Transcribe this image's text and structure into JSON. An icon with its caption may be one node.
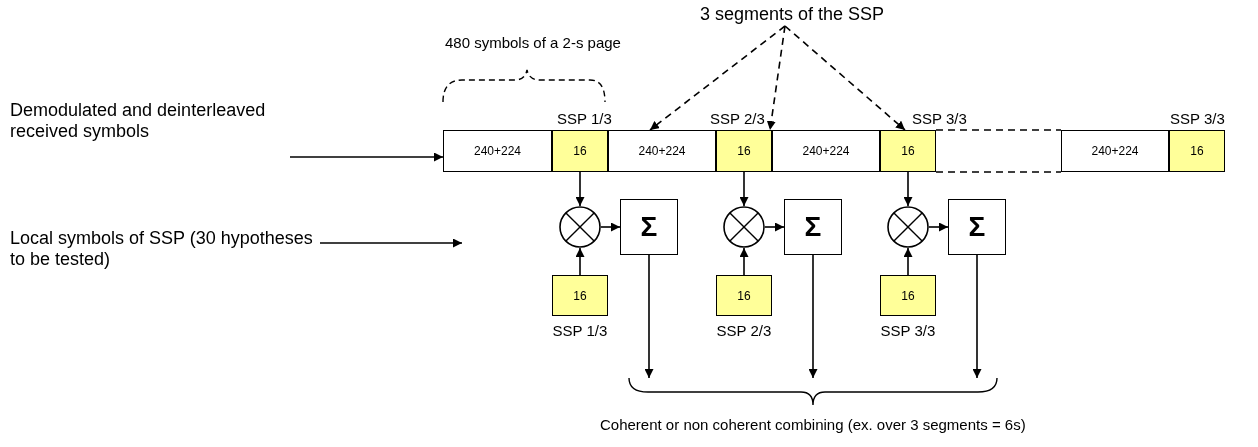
{
  "diagram": {
    "nodes": [
      {
        "text": [
          "3 segments of the SSP"
        ]
      },
      {
        "text": [
          "Demodulated and deinterleaved received symbols"
        ]
      },
      {
        "text": [
          "240+224"
        ]
      },
      {
        "text": [
          "16"
        ],
        "beside": [
          "SSP 1/3"
        ]
      },
      {
        "text": [
          "240+224"
        ]
      },
      {
        "text": [
          "16"
        ],
        "beside": [
          "SSP 2/3"
        ]
      },
      {
        "text": [
          "240+224"
        ]
      },
      {
        "text": [
          "16"
        ],
        "beside": [
          "SSP 3/3"
        ]
      },
      {
        "text": [
          "240+224"
        ]
      },
      {
        "text": [
          "16"
        ],
        "beside": [
          "SSP 3/3"
        ]
      },
      {
        "text": [],
        "shape": "circle"
      },
      {
        "text": [
          "Σ"
        ]
      },
      {
        "text": [],
        "shape": "circle"
      },
      {
        "text": [
          "Σ"
        ]
      },
      {
        "text": [],
        "shape": "circle"
      },
      {
        "text": [
          "Σ"
        ]
      },
      {
        "text": [
          "Local symbols of SSP (30 hypotheses to be tested)"
        ]
      },
      {
        "text": [
          "16"
        ],
        "beside": [
          "SSP 1/3"
        ]
      },
      {
        "text": [
          "16"
        ],
        "beside": [
          "SSP 2/3"
        ]
      },
      {
        "text": [
          "16"
        ],
        "beside": [
          "SSP 3/3"
        ]
      },
      {
        "text": [],
        "shape": "brace"
      }
    ],
    "edges": [
      {
        "from": 0,
        "to": 4,
        "arrow": "to",
        "style": "dashed"
      },
      {
        "from": 0,
        "to": 5,
        "arrow": "to",
        "style": "dashed"
      },
      {
        "from": 0,
        "to": 7,
        "arrow": "to",
        "style": "dashed"
      },
      {
        "from": 1,
        "to": 2,
        "arrow": "to"
      },
      {
        "from": 7,
        "to": 8,
        "arrow": "none",
        "style": "dashed"
      },
      {
        "from": 7,
        "to": 8,
        "arrow": "none",
        "style": "dashed"
      },
      {
        "from": 3,
        "to": 10,
        "arrow": "to"
      },
      {
        "from": 17,
        "to": 10,
        "arrow": "to"
      },
      {
        "from": 10,
        "to": 11,
        "arrow": "to"
      },
      {
        "from": 5,
        "to": 12,
        "arrow": "to"
      },
      {
        "from": 18,
        "to": 12,
        "arrow": "to"
      },
      {
        "from": 12,
        "to": 13,
        "arrow": "to"
      },
      {
        "from": 7,
        "to": 14,
        "arrow": "to"
      },
      {
        "from": 19,
        "to": 14,
        "arrow": "to"
      },
      {
        "from": 14,
        "to": 15,
        "arrow": "to"
      },
      {
        "from": 16,
        "to": null,
        "arrow": "to"
      },
      {
        "from": 11,
        "to": 20,
        "arrow": "to"
      },
      {
        "from": 13,
        "to": 20,
        "arrow": "to"
      },
      {
        "from": 15,
        "to": 20,
        "arrow": "to"
      }
    ],
    "labels": [
      "480 symbols of a 2-s page",
      "Coherent or non coherent combining (ex. over 3 segments = 6s)"
    ]
  }
}
